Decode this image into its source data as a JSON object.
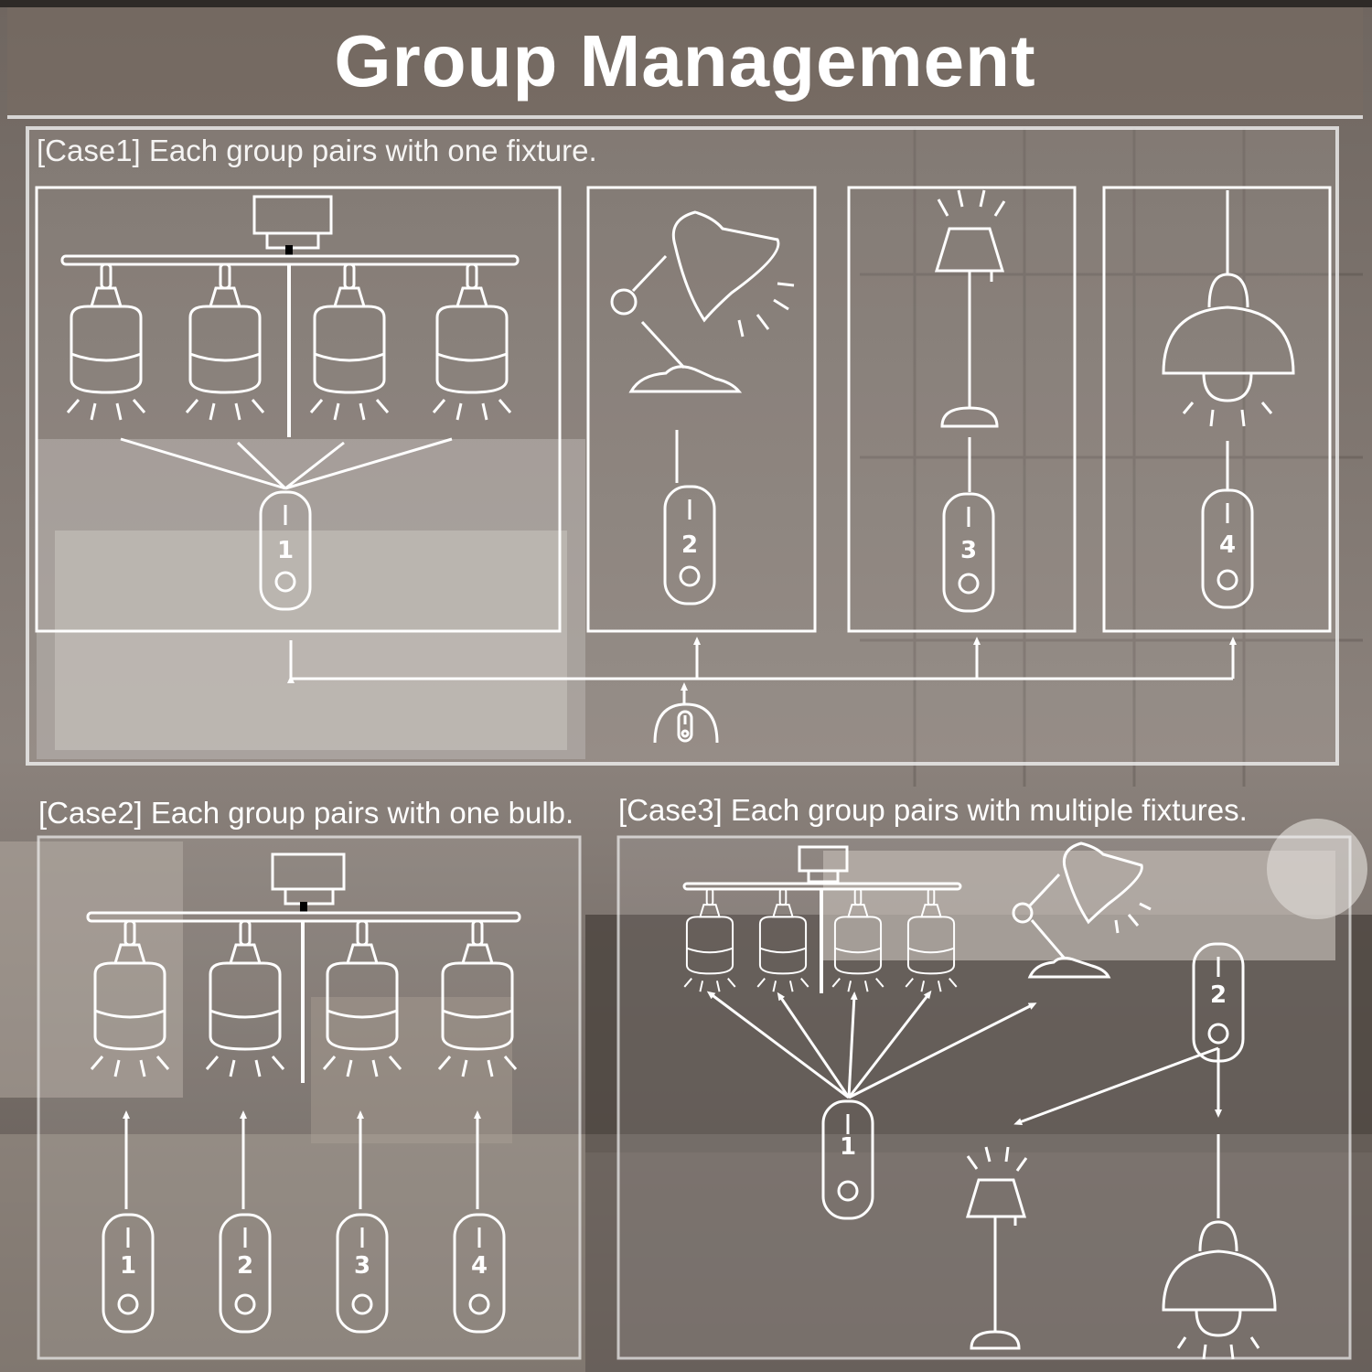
{
  "title": "Group Management",
  "cases": {
    "case1": "[Case1] Each group pairs with one fixture.",
    "case2": "[Case2] Each group pairs with one bulb.",
    "case3": "[Case3] Each group pairs with multiple fixtures."
  },
  "remote_numbers": {
    "case1": [
      "1",
      "2",
      "3",
      "4"
    ],
    "case2": [
      "1",
      "2",
      "3",
      "4"
    ],
    "case3": [
      "1",
      "2"
    ]
  },
  "colors": {
    "line": "#ffffff",
    "title_bar": "#7a6e64",
    "panel_tint": "#8a8078"
  },
  "icons": [
    "track-spotlight-icon",
    "desk-lamp-icon",
    "floor-lamp-icon",
    "pendant-lamp-icon",
    "remote-icon",
    "wall-switch-icon"
  ]
}
